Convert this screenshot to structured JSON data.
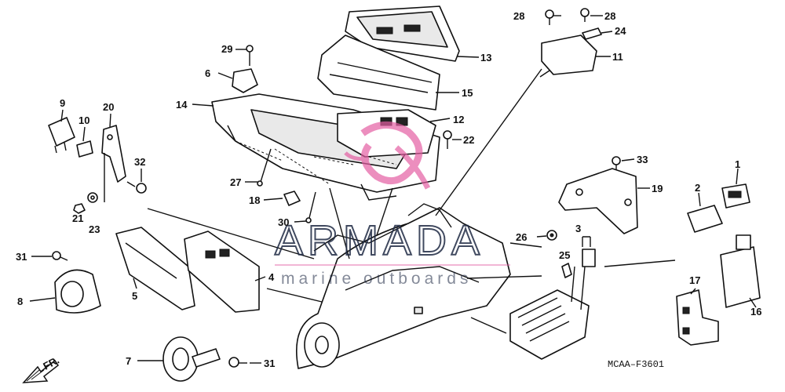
{
  "diagram": {
    "code": "MCAA–F3601",
    "direction_label": "FR.",
    "watermark": {
      "brand": "ARMADA",
      "tagline": "marine outboards"
    },
    "callouts": [
      {
        "label": "1"
      },
      {
        "label": "2"
      },
      {
        "label": "3"
      },
      {
        "label": "4"
      },
      {
        "label": "5"
      },
      {
        "label": "6"
      },
      {
        "label": "7"
      },
      {
        "label": "8"
      },
      {
        "label": "9"
      },
      {
        "label": "10"
      },
      {
        "label": "11"
      },
      {
        "label": "12"
      },
      {
        "label": "13"
      },
      {
        "label": "14"
      },
      {
        "label": "15"
      },
      {
        "label": "16"
      },
      {
        "label": "17"
      },
      {
        "label": "18"
      },
      {
        "label": "19"
      },
      {
        "label": "20"
      },
      {
        "label": "21"
      },
      {
        "label": "22"
      },
      {
        "label": "23"
      },
      {
        "label": "24"
      },
      {
        "label": "25"
      },
      {
        "label": "26"
      },
      {
        "label": "27"
      },
      {
        "label": "28"
      },
      {
        "label": "28"
      },
      {
        "label": "29"
      },
      {
        "label": "30"
      },
      {
        "label": "31"
      },
      {
        "label": "31"
      },
      {
        "label": "32"
      },
      {
        "label": "33"
      }
    ]
  }
}
